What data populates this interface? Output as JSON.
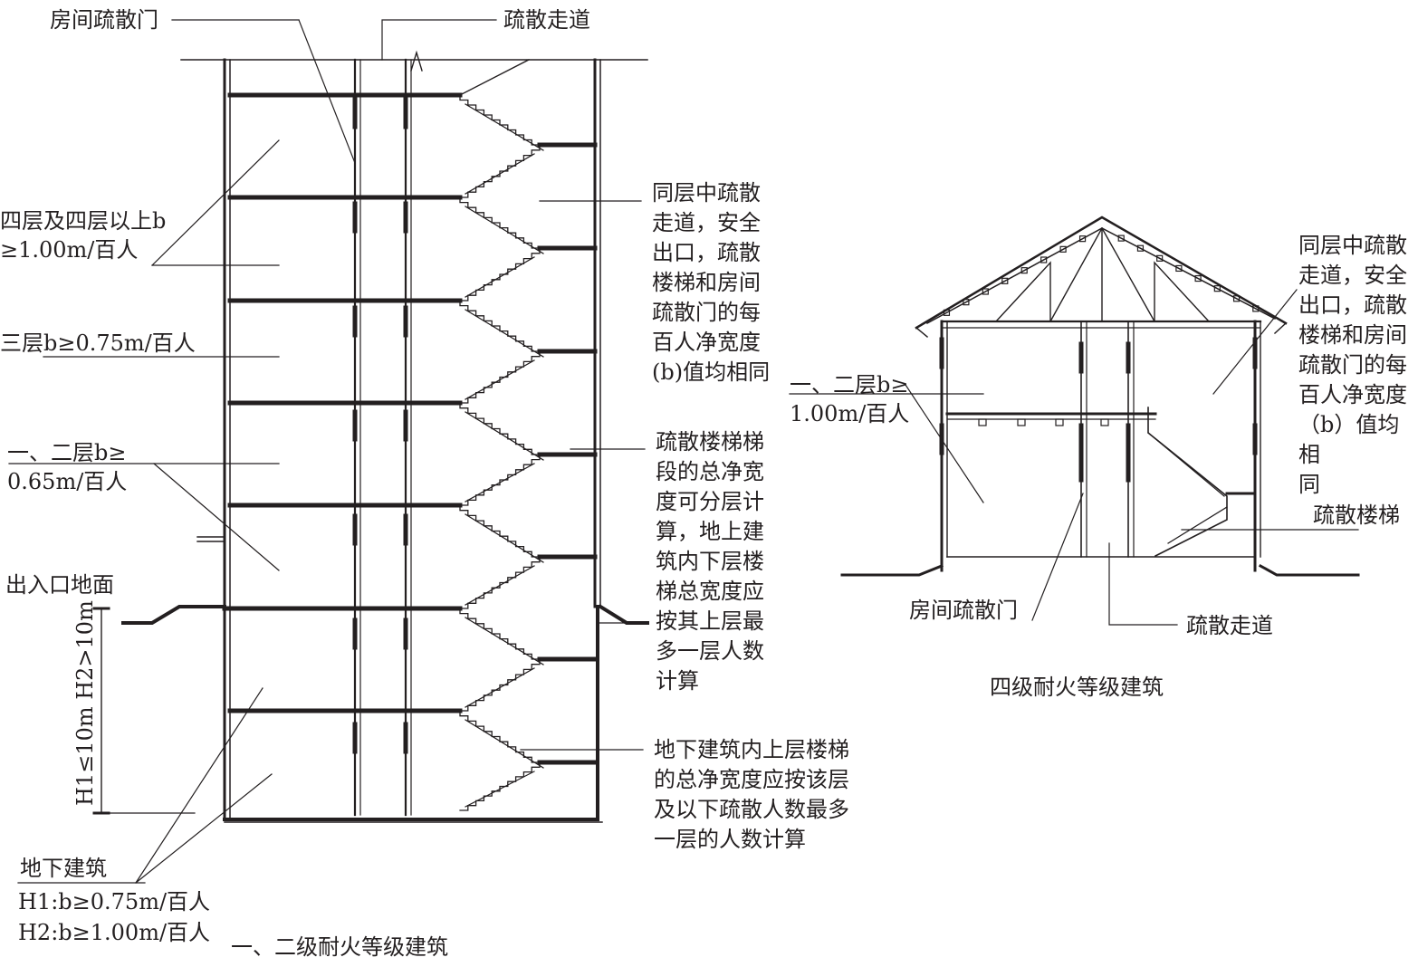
{
  "tall_building": {
    "caption": "一、二级耐火等级建筑",
    "labels": {
      "room_door": "房间疏散门",
      "corridor": "疏散走道",
      "floor4_line1": "四层及四层以上b",
      "floor4_line2": "≥1.00m/百人",
      "floor3": "三层b≥0.75m/百人",
      "floor12_line1": "一、二层b≥",
      "floor12_line2": "0.65m/百人",
      "entrance_ground": "出入口地面",
      "same_floor_note": "同层中疏散\n走道，安全\n出口，疏散\n楼梯和房间\n疏散门的每\n百人净宽度\n(b)值均相同",
      "stair_total_note": "疏散楼梯梯\n段的总净宽\n度可分层计\n算，地上建\n筑内下层楼\n梯总宽度应\n按其上层最\n多一层人数\n计算",
      "underground_note": "地下建筑内上层楼梯\n的总净宽度应按该层\n及以下疏散人数最多\n一层的人数计算",
      "underground_title": "地下建筑",
      "h1_rule": "H1:b≥0.75m/百人",
      "h2_rule": "H2:b≥1.00m/百人",
      "height_dim": "H1≤10m H2>10m"
    }
  },
  "low_building": {
    "caption": "四级耐火等级建筑",
    "labels": {
      "same_floor_note": "同层中疏散\n走道，安全\n出口，疏散\n楼梯和房间\n疏散门的每\n百人净宽度\n（b）值均相\n同",
      "floor12_line1": "一、二层b≥",
      "floor12_line2": "1.00m/百人",
      "stair": "疏散楼梯",
      "room_door": "房间疏散门",
      "corridor": "疏散走道"
    }
  }
}
